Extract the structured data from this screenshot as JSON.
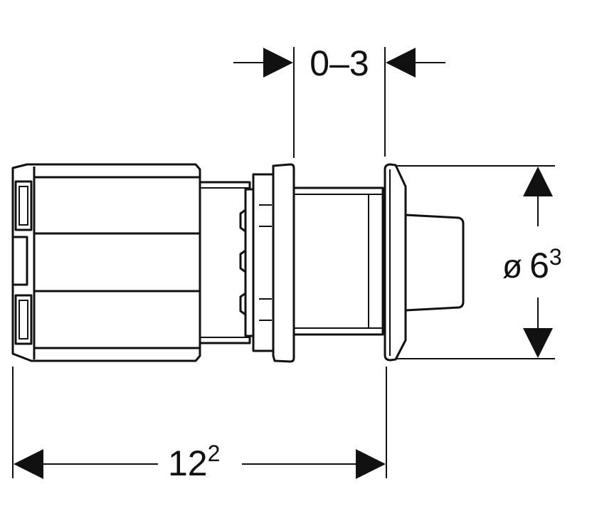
{
  "dimensions": {
    "stroke_depth": "0–3",
    "diameter_symbol": "ø",
    "diameter_base": "6",
    "diameter_sup": "3",
    "length_base": "12",
    "length_sup": "2"
  },
  "colors": {
    "line": "#111111",
    "background": "#ffffff"
  }
}
